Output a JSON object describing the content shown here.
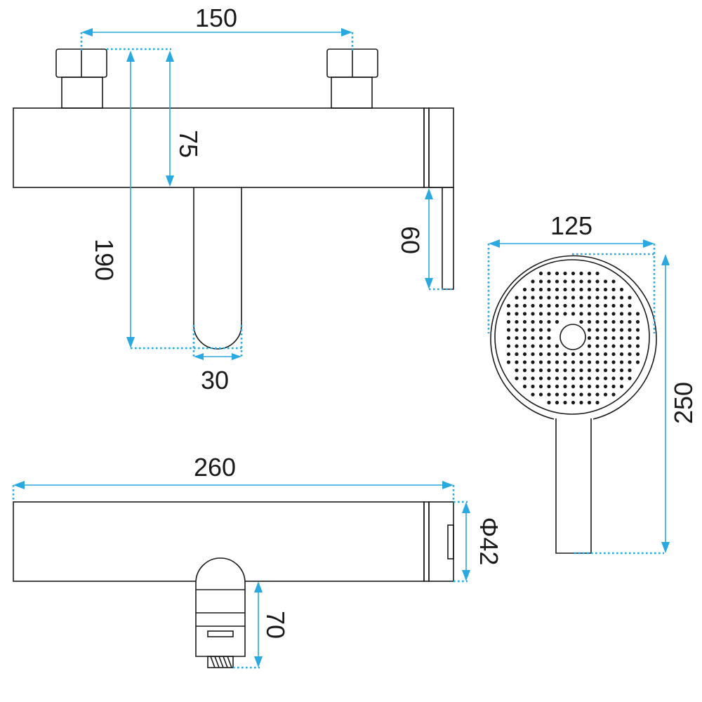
{
  "colors": {
    "outline": "#1a1a1a",
    "dimension": "#2aa8e0",
    "background": "#ffffff"
  },
  "dimensions": {
    "inlet_spacing": "150",
    "body_top_to_outlet": "75",
    "total_drop": "190",
    "outlet_width": "30",
    "handle_height": "60",
    "overall_length": "260",
    "body_diameter": "Φ42",
    "outlet_drop": "70",
    "head_diameter": "125",
    "handshower_length": "250"
  }
}
